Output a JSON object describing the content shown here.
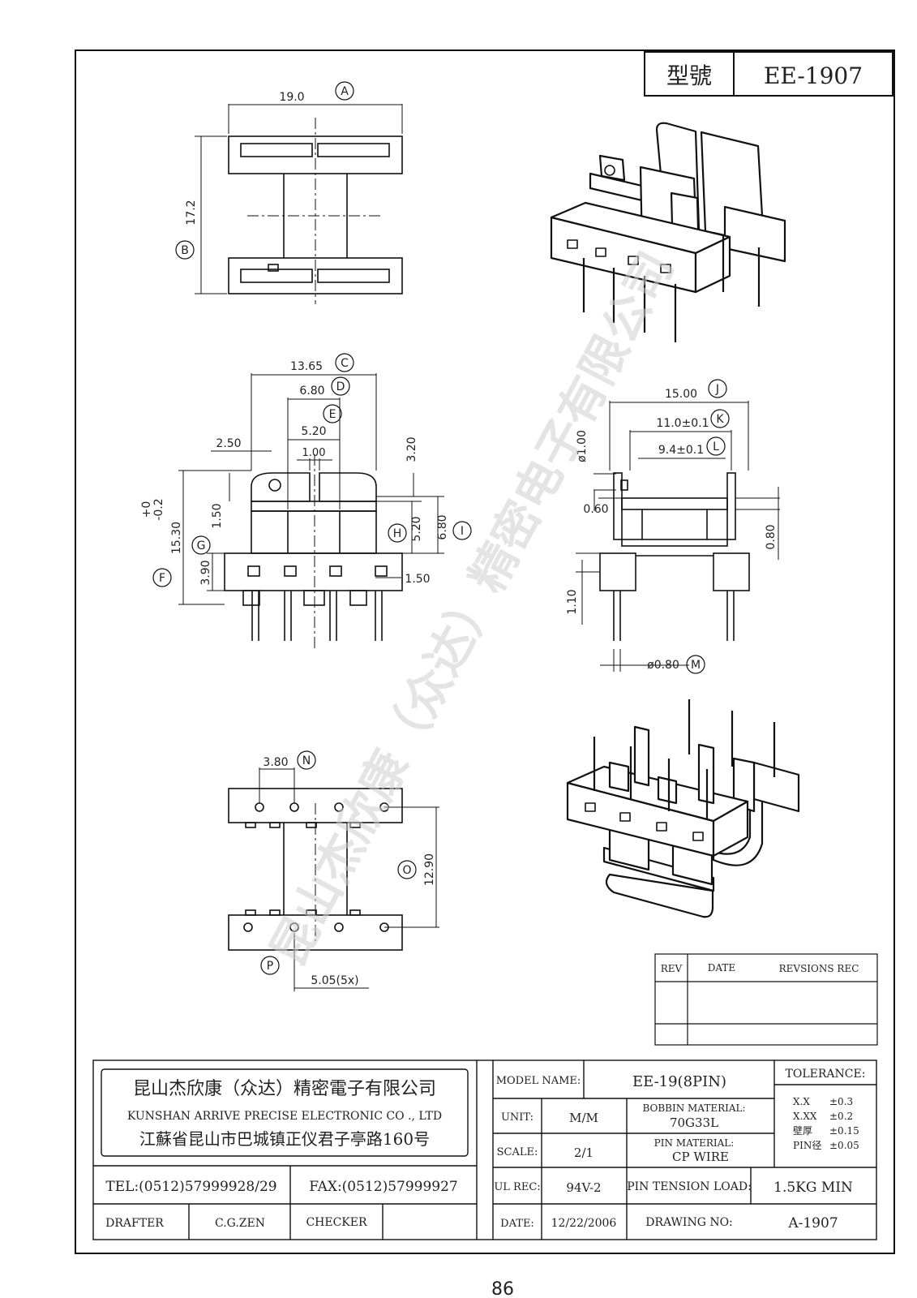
{
  "header": {
    "model_label": "型號",
    "model_value": "EE-1907"
  },
  "watermark": "昆山杰欣康（众达）精密电子有限公司",
  "dims": {
    "A": {
      "letter": "A",
      "value": "19.0"
    },
    "B": {
      "letter": "B",
      "value": "17.2"
    },
    "C": {
      "letter": "C",
      "value": "13.65"
    },
    "D": {
      "letter": "D",
      "value": "6.80"
    },
    "E": {
      "letter": "E",
      "value": "5.20"
    },
    "F": {
      "letter": "F",
      "value": "15.30"
    },
    "G": {
      "letter": "G",
      "value": "3.90"
    },
    "H": {
      "letter": "H",
      "value": "5.20"
    },
    "I": {
      "letter": "I",
      "value": "6.80"
    },
    "J": {
      "letter": "J",
      "value": "15.00"
    },
    "K": {
      "letter": "K",
      "value": "11.0±0.1"
    },
    "L": {
      "letter": "L",
      "value": "9.4±0.1"
    },
    "M": {
      "letter": "M",
      "value": "ø0.80"
    },
    "N": {
      "letter": "N",
      "value": "3.80"
    },
    "O": {
      "letter": "O",
      "value": "12.90"
    },
    "P": {
      "letter": "P",
      "value": "5.05(5x)"
    }
  },
  "extra_dims": {
    "d_250": "2.50",
    "d_100": "1.00",
    "d_320": "3.20",
    "d_150_left": "1.50",
    "d_150_right": "1.50",
    "tol_plus": "+0",
    "tol_minus": "-0.2",
    "d_phi100": "ø1.00",
    "d_060": "0.60",
    "d_080": "0.80",
    "d_110": "1.10"
  },
  "revision_table": {
    "rev": "REV",
    "date": "DATE",
    "revisions": "REVSIONS  REC"
  },
  "company": {
    "name_cn": "昆山杰欣康（众达）精密電子有限公司",
    "name_en": "KUNSHAN ARRIVE PRECISE ELECTRONIC CO ., LTD",
    "address": "江蘇省昆山市巴城镇正仪君子亭路160号",
    "tel": "TEL:(0512)57999928/29",
    "fax": "FAX:(0512)57999927",
    "drafter_label": "DRAFTER",
    "drafter_value": "C.G.ZEN",
    "checker_label": "CHECKER"
  },
  "spec": {
    "model_name_label": "MODEL NAME:",
    "model_name_value": "EE-19(8PIN)",
    "unit_label": "UNIT:",
    "unit_value": "M/M",
    "bobbin_label": "BOBBIN MATERIAL:",
    "bobbin_value": "70G33L",
    "scale_label": "SCALE:",
    "scale_value": "2/1",
    "pin_material_label": "PIN MATERIAL:",
    "pin_material_value": "CP WIRE",
    "ul_label": "UL REC:",
    "ul_value": "94V-2",
    "tension_label": "PIN TENSION LOAD:",
    "tension_value": "1.5KG MIN",
    "date_label": "DATE:",
    "date_value": "12/22/2006",
    "drawing_label": "DRAWING NO:",
    "drawing_value": "A-1907"
  },
  "tolerance": {
    "title": "TOLERANCE:",
    "rows": [
      {
        "k": "X.X",
        "v": "±0.3"
      },
      {
        "k": "X.XX",
        "v": "±0.2"
      },
      {
        "k": "壁厚",
        "v": "±0.15"
      },
      {
        "k": "PIN径",
        "v": "±0.05"
      }
    ]
  },
  "page_number": "86"
}
